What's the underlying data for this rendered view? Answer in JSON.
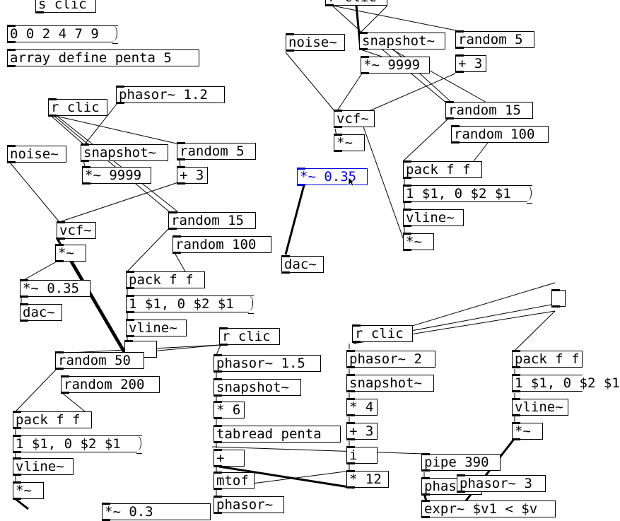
{
  "patch": {
    "objects": [
      {
        "name": "s-clic-object",
        "text": "s clic"
      },
      {
        "name": "array-values-message",
        "text": "0 0 2 4 7 9"
      },
      {
        "name": "array-define-object",
        "text": "array define penta 5"
      },
      {
        "name": "top-partial-object",
        "text": "r clic"
      },
      {
        "name": "noise-object-top",
        "text": "noise~"
      },
      {
        "name": "snapshot-object-top",
        "text": "snapshot~"
      },
      {
        "name": "random5-object-top",
        "text": "random 5"
      },
      {
        "name": "mul9999-object-top",
        "text": "*~ 9999"
      },
      {
        "name": "plus3-object-top",
        "text": "+ 3"
      },
      {
        "name": "vcf-object-top",
        "text": "vcf~"
      },
      {
        "name": "random15-object-top",
        "text": "random 15"
      },
      {
        "name": "random100-object-top",
        "text": "random 100"
      },
      {
        "name": "mul-object-top",
        "text": "*~"
      },
      {
        "name": "mul035-object-selected",
        "text": "*~ 0.35"
      },
      {
        "name": "pack-object-top",
        "text": "pack f f"
      },
      {
        "name": "vline-message-top",
        "text": "1 $1, 0 $2 $1"
      },
      {
        "name": "vline-object-top",
        "text": "vline~"
      },
      {
        "name": "mul-env-object-top",
        "text": "*~"
      },
      {
        "name": "dac-object-top",
        "text": "dac~"
      },
      {
        "name": "r-clic-object-left",
        "text": "r clic"
      },
      {
        "name": "phasor12-object",
        "text": "phasor~ 1.2"
      },
      {
        "name": "noise-object-left",
        "text": "noise~"
      },
      {
        "name": "snapshot-object-left",
        "text": "snapshot~"
      },
      {
        "name": "random5-object-left",
        "text": "random 5"
      },
      {
        "name": "mul9999-object-left",
        "text": "*~ 9999"
      },
      {
        "name": "plus3-object-left",
        "text": "+ 3"
      },
      {
        "name": "vcf-object-left",
        "text": "vcf~"
      },
      {
        "name": "random15-object-left",
        "text": "random 15"
      },
      {
        "name": "random100-object-left",
        "text": "random 100"
      },
      {
        "name": "mul-object-left",
        "text": "*~"
      },
      {
        "name": "pack-object-left",
        "text": "pack f f"
      },
      {
        "name": "mul035-object-left",
        "text": "*~ 0.35"
      },
      {
        "name": "vline-message-left",
        "text": "1 $1, 0 $2 $1"
      },
      {
        "name": "dac-object-left",
        "text": "dac~"
      },
      {
        "name": "vline-object-left",
        "text": "vline~"
      },
      {
        "name": "r-clic-object-mid",
        "text": "r clic"
      },
      {
        "name": "mul-env-object-left",
        "text": "*~"
      },
      {
        "name": "random50-object",
        "text": "random 50"
      },
      {
        "name": "phasor15-object",
        "text": "phasor~ 1.5"
      },
      {
        "name": "random200-object",
        "text": "random 200"
      },
      {
        "name": "snapshot-object-mid",
        "text": "snapshot~"
      },
      {
        "name": "pack-object-bottom",
        "text": "pack f f"
      },
      {
        "name": "mul6-object",
        "text": "* 6"
      },
      {
        "name": "vline-message-bottom",
        "text": "1 $1, 0 $2 $1"
      },
      {
        "name": "tabread-object",
        "text": "tabread penta"
      },
      {
        "name": "vline-object-bottom",
        "text": "vline~"
      },
      {
        "name": "plus-object",
        "text": "+"
      },
      {
        "name": "mul-env-object-bottom",
        "text": "*~"
      },
      {
        "name": "mtof-object",
        "text": "mtof"
      },
      {
        "name": "phasor-object-bottom",
        "text": "phasor~"
      },
      {
        "name": "mul03-object-partial",
        "text": "*~ 0.3"
      },
      {
        "name": "r-clic-object-right",
        "text": "r clic"
      },
      {
        "name": "phasor2-object",
        "text": "phasor~ 2"
      },
      {
        "name": "snapshot-object-right",
        "text": "snapshot~"
      },
      {
        "name": "mul4-object",
        "text": "* 4"
      },
      {
        "name": "plus3-object-right",
        "text": "+ 3"
      },
      {
        "name": "i-object",
        "text": "i"
      },
      {
        "name": "mul12-object",
        "text": "* 12"
      },
      {
        "name": "pipe390-object",
        "text": "pipe 390"
      },
      {
        "name": "phasor-partial-object",
        "text": "phasor~"
      },
      {
        "name": "phasor3-object",
        "text": "phasor~ 3"
      },
      {
        "name": "expr-object-partial",
        "text": "expr~ $v1 < $v"
      },
      {
        "name": "pack-object-right",
        "text": "pack f f"
      },
      {
        "name": "vline-message-right",
        "text": "1 $1, 0 $2 $1"
      },
      {
        "name": "vline-object-right",
        "text": "vline~"
      },
      {
        "name": "mul-env-object-right",
        "text": "*~"
      }
    ]
  }
}
